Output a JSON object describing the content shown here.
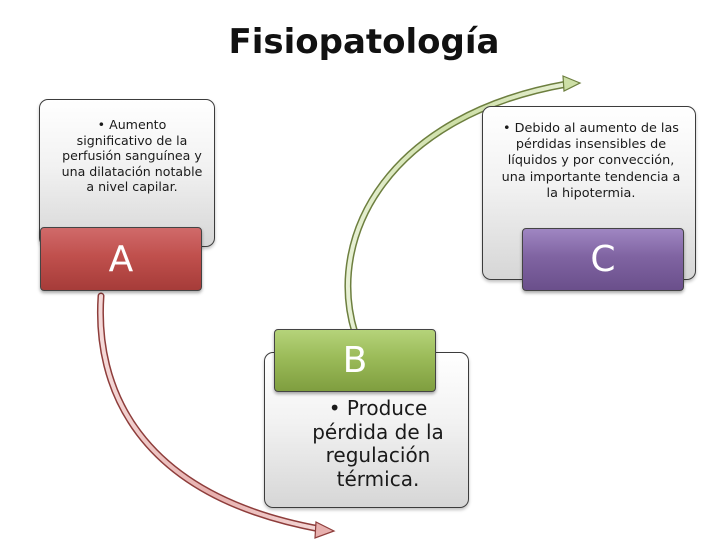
{
  "title": "Fisiopatología",
  "nodes": [
    {
      "label": "A",
      "text": "• Aumento significativo de la perfusión sanguínea y una dilatación notable a nivel capilar.",
      "color": "#c0504d"
    },
    {
      "label": "B",
      "text": "• Produce pérdida de la regulación térmica.",
      "color": "#9bbb59"
    },
    {
      "label": "C",
      "text": "• Debido al aumento de las pérdidas insensibles de líquidos y por convección, una importante tendencia a la hipotermia.",
      "color": "#8064a2"
    }
  ],
  "arrows": [
    {
      "from": "A",
      "to": "B",
      "color": "#c0504d"
    },
    {
      "from": "B",
      "to": "C",
      "color": "#9bbb59"
    }
  ]
}
